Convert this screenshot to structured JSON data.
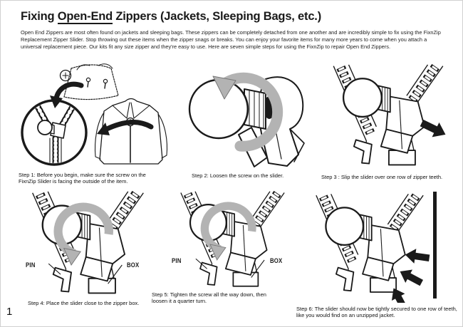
{
  "header": {
    "title_prefix": "Fixing ",
    "title_underlined": "Open-End",
    "title_suffix": " Zippers (Jackets, Sleeping Bags, etc.)",
    "intro": "Open End Zippers are most often found on jackets and sleeping bags. These zippers can be completely detached from one another and are incredibly simple to fix using the FixnZip Replacement Zipper Slider. Stop throwing out these items when the zipper snags or breaks. You can enjoy your favorite items for many more years to come when you attach a universal replacement piece. Our kits fit any size zipper and they're easy to use. Here are seven simple steps for using the FixnZip to repair Open End Zippers."
  },
  "steps": [
    {
      "caption": "Step 1: Before you begin, make sure the screw on the FixnZip Slider is facing the outside of the item."
    },
    {
      "caption": "Step 2: Loosen the screw on the slider."
    },
    {
      "caption": "Step 3 : Slip the slider over one row of zipper teeth."
    },
    {
      "caption": "Step 4: Place the slider close to the zipper box.",
      "labels": {
        "pin": "PIN",
        "box": "BOX"
      }
    },
    {
      "caption": "Step 5: Tighten the screw all the way down, then loosen it a quarter turn.",
      "labels": {
        "pin": "PIN",
        "box": "BOX"
      }
    },
    {
      "caption": "Step 6: The slider should now be tightly secured to one row of teeth, like you would find on an unzipped jacket."
    }
  ],
  "page": {
    "number": "1"
  },
  "colors": {
    "ink": "#1a1a1a",
    "gray": "#b3b3b3"
  }
}
